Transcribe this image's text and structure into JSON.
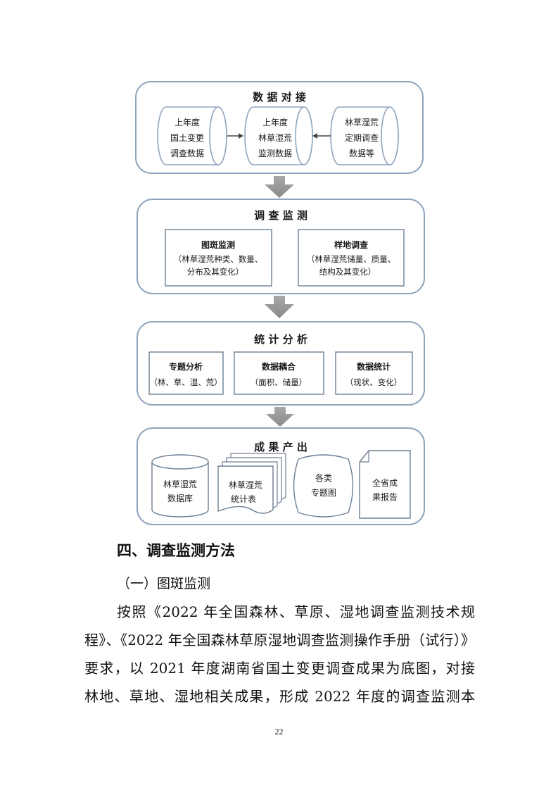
{
  "diagram": {
    "sections": [
      {
        "title": "数 据 对 接",
        "nodes": [
          {
            "lines": [
              "上年度",
              "国土变更",
              "调查数据"
            ]
          },
          {
            "lines": [
              "上年度",
              "林草湿荒",
              "监测数据"
            ]
          },
          {
            "lines": [
              "林草湿荒",
              "定期调查",
              "数据等"
            ]
          }
        ]
      },
      {
        "title": "调 查 监 测",
        "boxes": [
          {
            "title": "图斑监测",
            "lines": [
              "（林草湿荒种类、数量、",
              "分布及其变化）"
            ]
          },
          {
            "title": "样地调查",
            "lines": [
              "（林草湿荒储量、质量、",
              "结构及其变化）"
            ]
          }
        ]
      },
      {
        "title": "统 计 分 析",
        "boxes": [
          {
            "title": "专题分析",
            "lines": [
              "（林、草、湿、荒）"
            ]
          },
          {
            "title": "数据耦合",
            "lines": [
              "（面积、储量）"
            ]
          },
          {
            "title": "数据统计",
            "lines": [
              "（现状、变化）"
            ]
          }
        ]
      },
      {
        "title": "成 果 产 出",
        "items": [
          {
            "lines": [
              "林草湿荒",
              "数据库"
            ]
          },
          {
            "lines": [
              "林草湿荒",
              "统计表"
            ]
          },
          {
            "lines": [
              "各类",
              "专题图"
            ]
          },
          {
            "lines": [
              "全省成",
              "果报告"
            ]
          }
        ]
      }
    ]
  },
  "heading": "四、调查监测方法",
  "subheading": "（一）图斑监测",
  "paragraph_lines": [
    "按照《2022 年全国森林、草原、湿地调查监测技术规",
    "程》、《2022 年全国森林草原湿地调查监测操作手册（试行）》",
    "要求，以 2021 年度湖南省国土变更调查成果为底图，对接",
    "林地、草地、湿地相关成果，形成 2022 年度的调查监测本"
  ],
  "page_number": "22"
}
